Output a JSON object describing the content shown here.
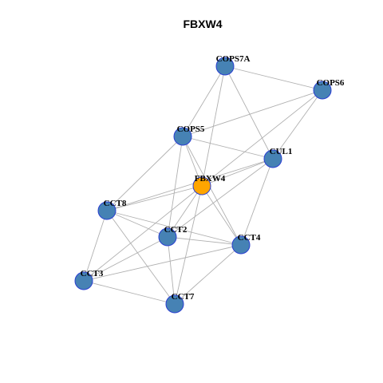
{
  "title": "FBXW4",
  "colors": {
    "node_fill": "#4682b4",
    "node_stroke": "#2a3fd1",
    "hub_fill": "#ffa500",
    "edge": "#b0b0b0"
  },
  "nodes": [
    {
      "id": "COPS7A",
      "label": "COPS7A",
      "hub": false
    },
    {
      "id": "COPS6",
      "label": "COPS6",
      "hub": false
    },
    {
      "id": "COPS5",
      "label": "COPS5",
      "hub": false
    },
    {
      "id": "CUL1",
      "label": "CUL1",
      "hub": false
    },
    {
      "id": "FBXW4",
      "label": "FBXW4",
      "hub": true
    },
    {
      "id": "CCT8",
      "label": "CCT8",
      "hub": false
    },
    {
      "id": "CCT2",
      "label": "CCT2",
      "hub": false
    },
    {
      "id": "CCT4",
      "label": "CCT4",
      "hub": false
    },
    {
      "id": "CCT3",
      "label": "CCT3",
      "hub": false
    },
    {
      "id": "CCT7",
      "label": "CCT7",
      "hub": false
    }
  ],
  "edges": [
    [
      "COPS7A",
      "COPS6"
    ],
    [
      "COPS7A",
      "COPS5"
    ],
    [
      "COPS7A",
      "CUL1"
    ],
    [
      "COPS7A",
      "FBXW4"
    ],
    [
      "COPS6",
      "COPS5"
    ],
    [
      "COPS6",
      "CUL1"
    ],
    [
      "COPS6",
      "FBXW4"
    ],
    [
      "COPS5",
      "CUL1"
    ],
    [
      "COPS5",
      "FBXW4"
    ],
    [
      "COPS5",
      "CCT8"
    ],
    [
      "COPS5",
      "CCT2"
    ],
    [
      "COPS5",
      "CCT4"
    ],
    [
      "CUL1",
      "FBXW4"
    ],
    [
      "CUL1",
      "CCT8"
    ],
    [
      "CUL1",
      "CCT2"
    ],
    [
      "CUL1",
      "CCT4"
    ],
    [
      "FBXW4",
      "CCT8"
    ],
    [
      "FBXW4",
      "CCT2"
    ],
    [
      "FBXW4",
      "CCT4"
    ],
    [
      "FBXW4",
      "CCT3"
    ],
    [
      "FBXW4",
      "CCT7"
    ],
    [
      "CCT8",
      "CCT2"
    ],
    [
      "CCT8",
      "CCT4"
    ],
    [
      "CCT8",
      "CCT3"
    ],
    [
      "CCT8",
      "CCT7"
    ],
    [
      "CCT2",
      "CCT4"
    ],
    [
      "CCT2",
      "CCT3"
    ],
    [
      "CCT2",
      "CCT7"
    ],
    [
      "CCT4",
      "CCT3"
    ],
    [
      "CCT4",
      "CCT7"
    ],
    [
      "CCT3",
      "CCT7"
    ]
  ]
}
